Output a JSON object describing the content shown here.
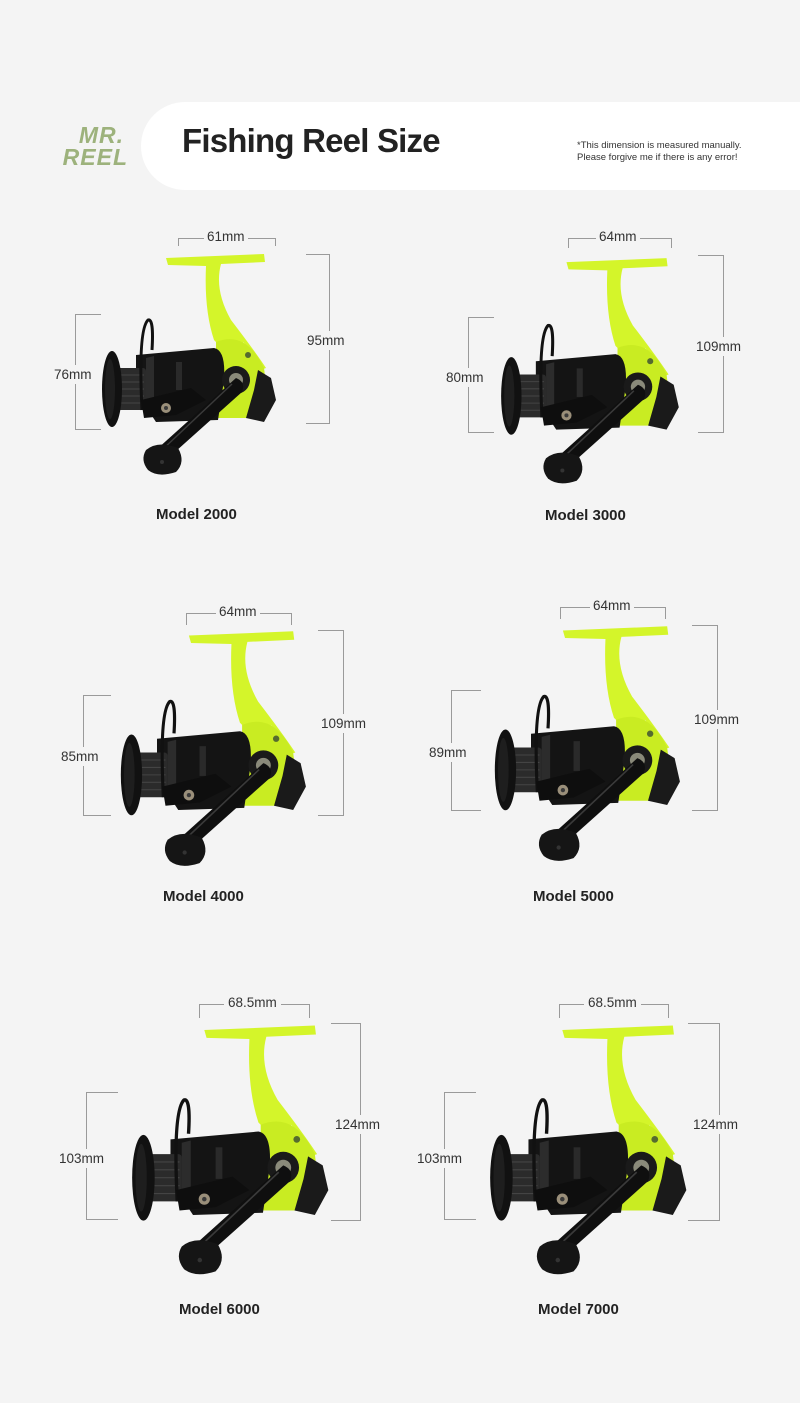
{
  "header": {
    "logo": {
      "line1": "MR.",
      "line2": "REEL"
    },
    "title": "Fishing Reel Size",
    "disclaimer": {
      "line1": "*This dimension is measured manually.",
      "line2": "Please forgive me if there is any error!"
    }
  },
  "colors": {
    "background": "#f4f4f4",
    "header_band": "#ffffff",
    "logo": "#9db27c",
    "reel_accent": "#d4f52a",
    "reel_body": "#141414",
    "dimension_line": "#9a9a9a"
  },
  "models": [
    {
      "label": "Model 2000",
      "width": "61mm",
      "height": "95mm",
      "spool_height": "76mm"
    },
    {
      "label": "Model 3000",
      "width": "64mm",
      "height": "109mm",
      "spool_height": "80mm"
    },
    {
      "label": "Model 4000",
      "width": "64mm",
      "height": "109mm",
      "spool_height": "85mm"
    },
    {
      "label": "Model 5000",
      "width": "64mm",
      "height": "109mm",
      "spool_height": "89mm"
    },
    {
      "label": "Model 6000",
      "width": "68.5mm",
      "height": "124mm",
      "spool_height": "103mm"
    },
    {
      "label": "Model 7000",
      "width": "68.5mm",
      "height": "124mm",
      "spool_height": "103mm"
    }
  ]
}
